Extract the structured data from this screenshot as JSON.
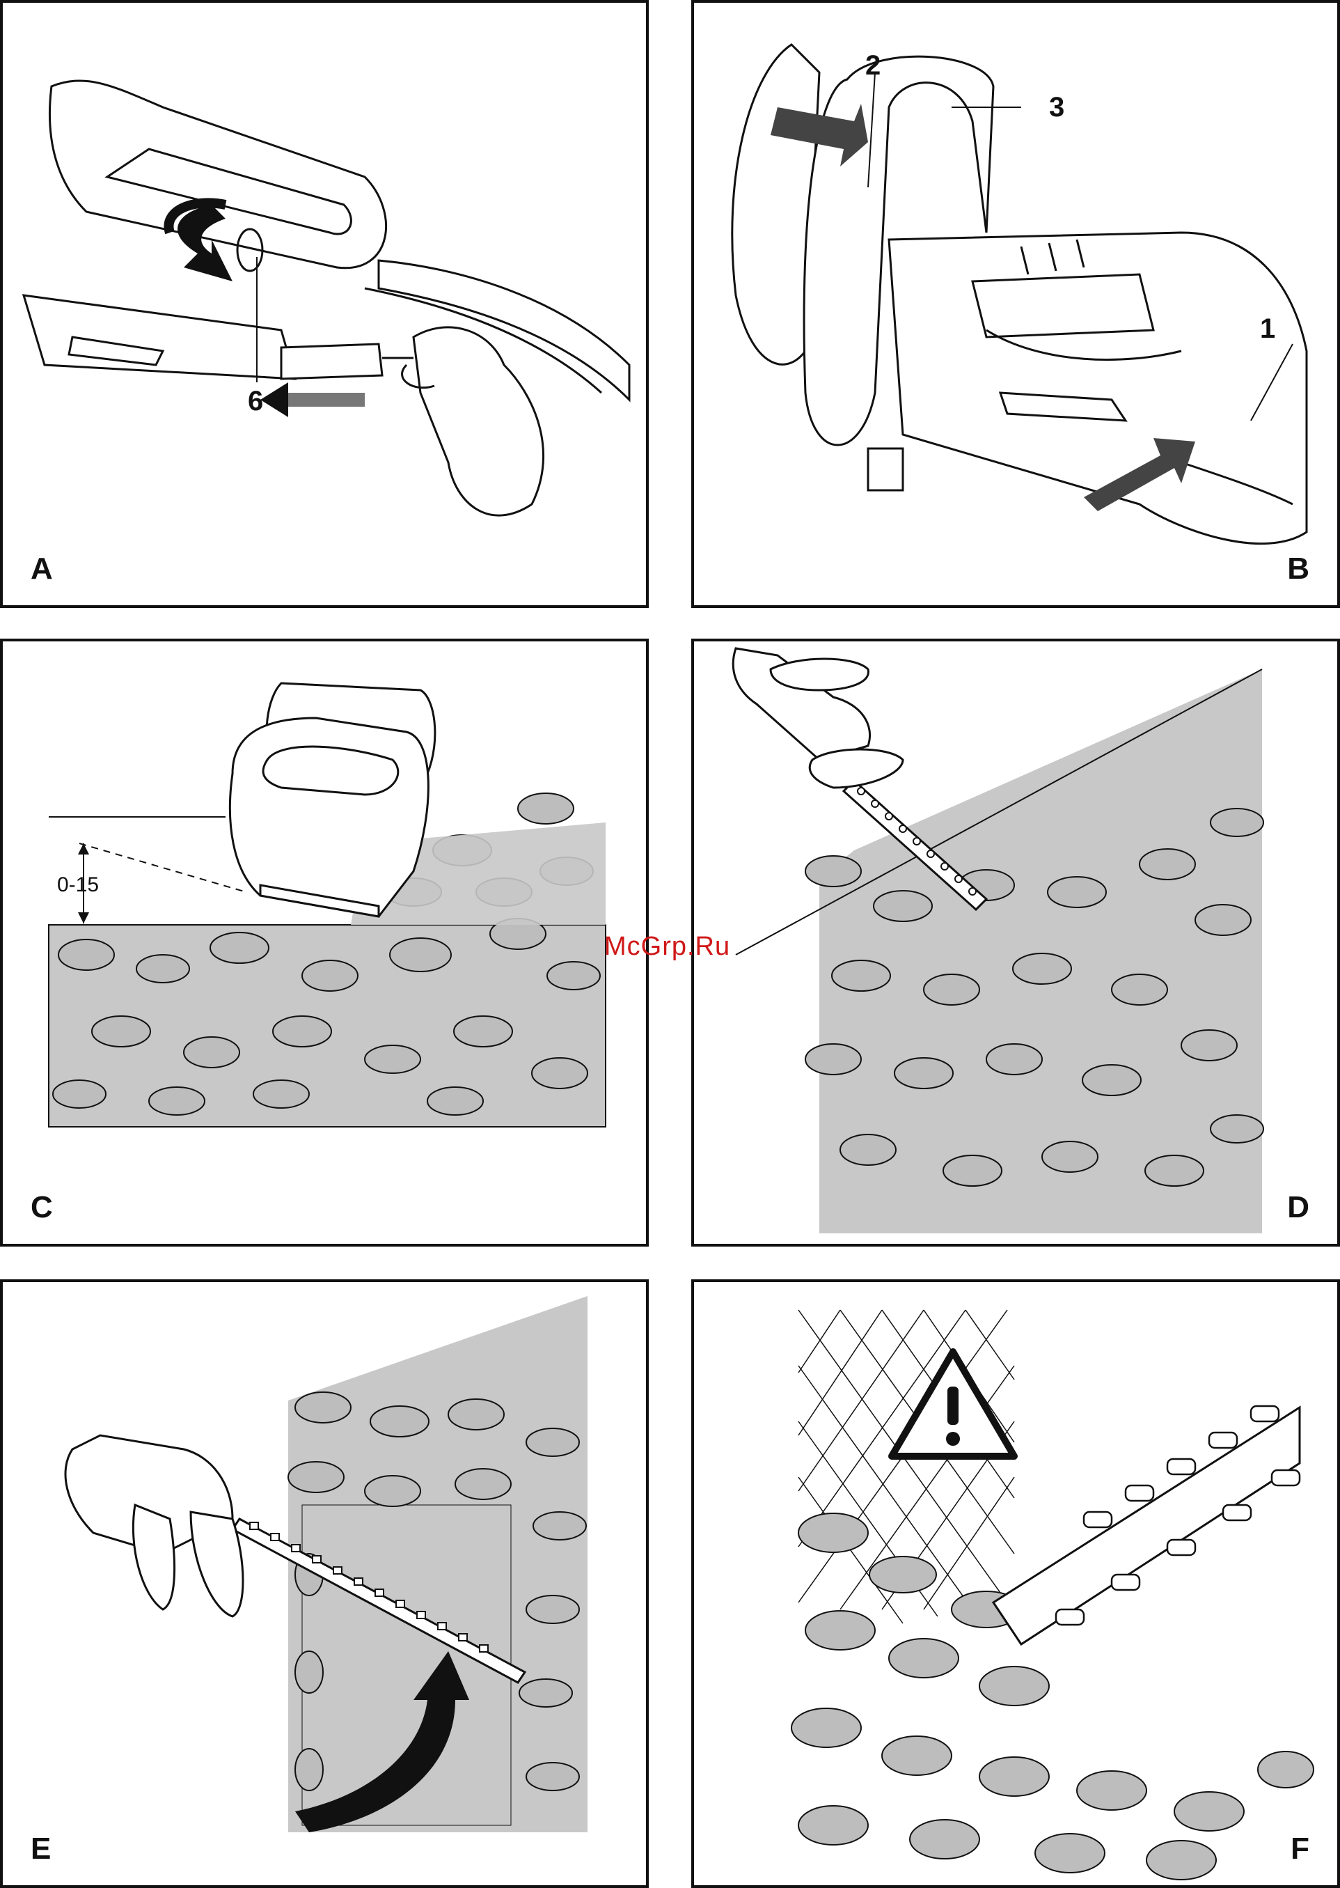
{
  "panels": {
    "a": {
      "letter": "A",
      "callout_6": "6"
    },
    "b": {
      "letter": "B",
      "callout_1": "1",
      "callout_2": "2",
      "callout_3": "3"
    },
    "c": {
      "letter": "C",
      "dimension": "0-15"
    },
    "d": {
      "letter": "D"
    },
    "e": {
      "letter": "E"
    },
    "f": {
      "letter": "F"
    }
  },
  "watermark": "McGrp.Ru",
  "colors": {
    "line": "#111111",
    "hedge_fill": "#c8c8c8",
    "leaf_fill": "#bdbdbd",
    "watermark": "#d01818"
  },
  "icons": {
    "f_warning": "warning-triangle-icon"
  }
}
